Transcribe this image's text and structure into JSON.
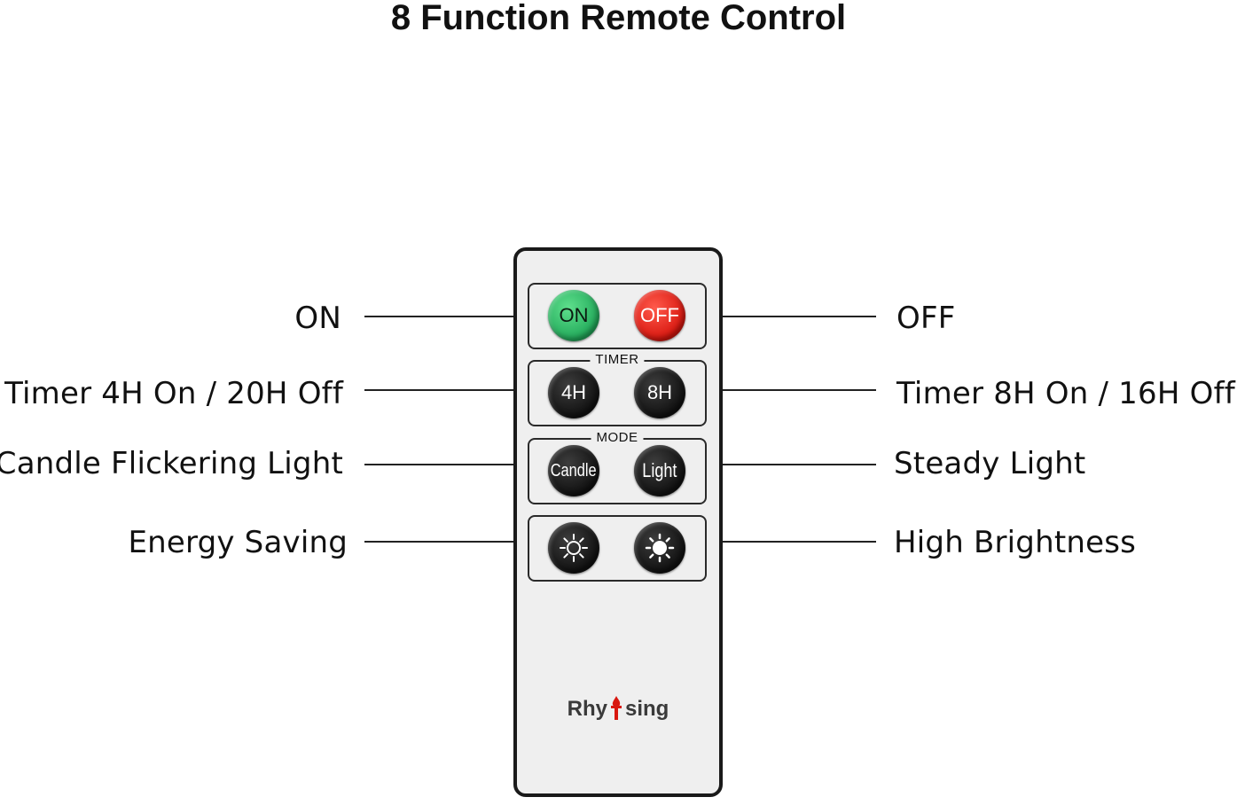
{
  "title": "8 Function Remote Control",
  "labels": {
    "on": "ON",
    "off": "OFF",
    "timer_4h": "Timer 4H On / 20H Off",
    "timer_8h": "Timer 8H On / 16H Off",
    "candle": "Candle Flickering Light",
    "steady": "Steady Light",
    "energy": "Energy Saving",
    "high": "High Brightness"
  },
  "remote": {
    "timer_caption": "TIMER",
    "mode_caption": "MODE",
    "buttons": {
      "on": "ON",
      "off": "OFF",
      "four_h": "4H",
      "eight_h": "8H",
      "candle": "Candle",
      "light": "Light"
    },
    "brand_left": "Rhy",
    "brand_right": "sing"
  },
  "colors": {
    "on_button": "#22a95a",
    "off_button": "#d8170f",
    "button_black": "#111111",
    "remote_body": "#efefef",
    "brand_flame": "#d8170f"
  },
  "icons": [
    "sun-outline-icon",
    "sun-filled-icon",
    "flame-icon"
  ]
}
